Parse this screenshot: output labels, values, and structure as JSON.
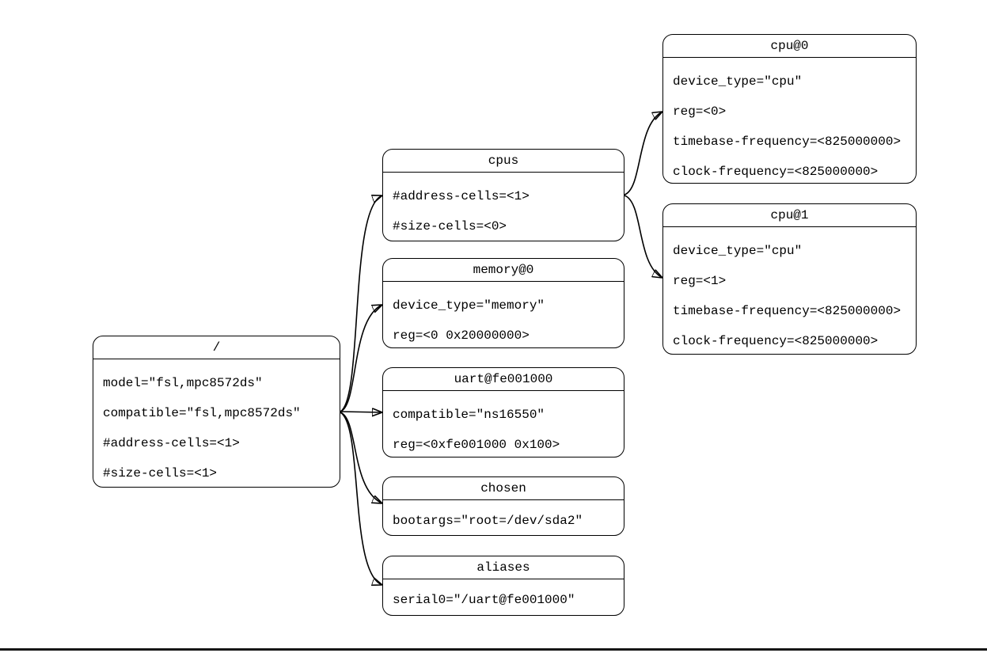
{
  "diagram": {
    "kind": "device-tree-graph",
    "colors": {
      "node_border": "#000000",
      "node_fill": "#ffffff",
      "edge": "#000000",
      "background": "#ffffff",
      "bottom_rule": "#161616"
    },
    "nodes": [
      {
        "id": "root",
        "title": "/",
        "props": [
          "model=\"fsl,mpc8572ds\"",
          "compatible=\"fsl,mpc8572ds\"",
          "#address-cells=<1>",
          "#size-cells=<1>"
        ]
      },
      {
        "id": "cpus",
        "title": "cpus",
        "props": [
          "#address-cells=<1>",
          "#size-cells=<0>"
        ]
      },
      {
        "id": "memory",
        "title": "memory@0",
        "props": [
          "device_type=\"memory\"",
          "reg=<0 0x20000000>"
        ]
      },
      {
        "id": "uart",
        "title": "uart@fe001000",
        "props": [
          "compatible=\"ns16550\"",
          "reg=<0xfe001000 0x100>"
        ]
      },
      {
        "id": "chosen",
        "title": "chosen",
        "props": [
          "bootargs=\"root=/dev/sda2\""
        ]
      },
      {
        "id": "aliases",
        "title": "aliases",
        "props": [
          "serial0=\"/uart@fe001000\""
        ]
      },
      {
        "id": "cpu0",
        "title": "cpu@0",
        "props": [
          "device_type=\"cpu\"",
          "reg=<0>",
          "timebase-frequency=<825000000>",
          "clock-frequency=<825000000>"
        ]
      },
      {
        "id": "cpu1",
        "title": "cpu@1",
        "props": [
          "device_type=\"cpu\"",
          "reg=<1>",
          "timebase-frequency=<825000000>",
          "clock-frequency=<825000000>"
        ]
      }
    ],
    "edges": [
      {
        "from": "/",
        "to": "cpus"
      },
      {
        "from": "/",
        "to": "memory@0"
      },
      {
        "from": "/",
        "to": "uart@fe001000"
      },
      {
        "from": "/",
        "to": "chosen"
      },
      {
        "from": "/",
        "to": "aliases"
      },
      {
        "from": "cpus",
        "to": "cpu@0"
      },
      {
        "from": "cpus",
        "to": "cpu@1"
      }
    ]
  }
}
